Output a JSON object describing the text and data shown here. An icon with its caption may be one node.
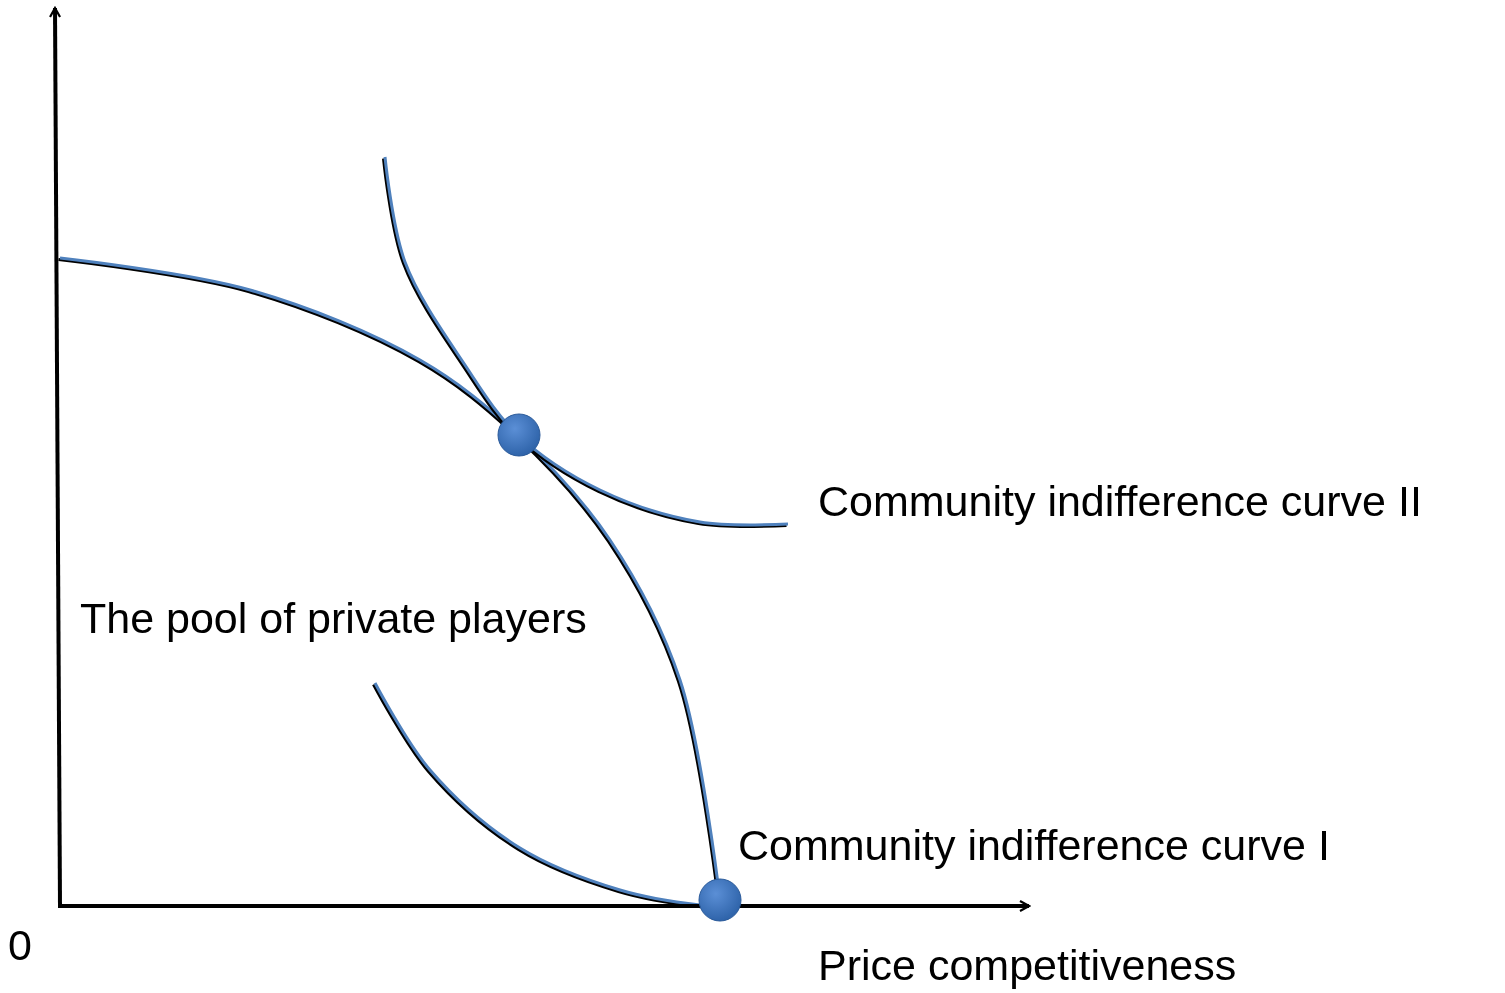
{
  "diagram": {
    "labels": [
      "Community indifference curve II",
      "The pool of private players",
      "Community indifference curve I",
      "0",
      "Price competitiveness"
    ]
  }
}
